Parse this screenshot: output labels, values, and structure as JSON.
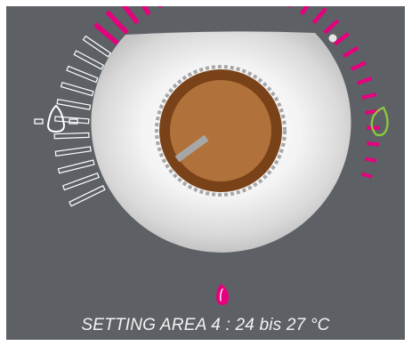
{
  "thermostat": {
    "caption": "SETTING AREA 4 : 24 bis 27 °C",
    "setting_area": 4,
    "icons": {
      "min_indicator": "heating-drop-outline-icon",
      "max_indicator": "cooling-drop-outline-icon",
      "current_marker": "pink-drop-icon",
      "status_dot": "led-dot-icon"
    },
    "scale": {
      "total_segments": 38,
      "inactive_color": "#ffffff",
      "active_color": "#e5007e"
    },
    "colors": {
      "background": "#5d6166",
      "knob_outer": "#7a4218",
      "knob_inner": "#b0723a",
      "pointer": "#a7a7a7",
      "cooling_icon": "#8cc63f",
      "heating_icon": "#ffffff",
      "marker": "#e5007e"
    }
  }
}
